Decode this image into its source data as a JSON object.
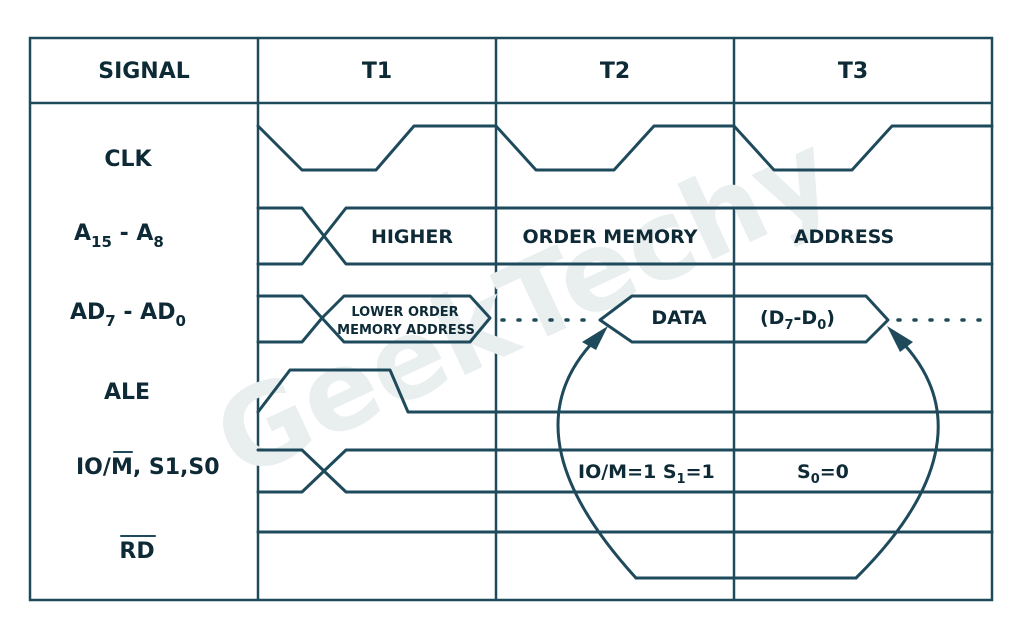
{
  "header": {
    "signal": "SIGNAL",
    "t1": "T1",
    "t2": "T2",
    "t3": "T3"
  },
  "signals": {
    "clk": "CLK",
    "a15_a8": {
      "pre": "A",
      "sub1": "15",
      "mid": " - A",
      "sub2": "8"
    },
    "ad7_ad0": {
      "pre": "AD",
      "sub1": "7",
      "mid": " - AD",
      "sub2": "0"
    },
    "ale": "ALE",
    "iom": {
      "pre": "IO/",
      "over": "M",
      "post": ", S1,S0"
    },
    "rd": "RD"
  },
  "bus_labels": {
    "higher": "HIGHER",
    "order_memory": "ORDER MEMORY",
    "address": "ADDRESS",
    "lower_order_1": "LOWER ORDER",
    "lower_order_2": "MEMORY ADDRESS",
    "data": "DATA",
    "d7d0": {
      "pre": "(D",
      "sub1": "7",
      "mid": "-D",
      "sub2": "0",
      "post": ")"
    },
    "iom1_s1": {
      "pre": "IO/M=1  S",
      "sub": "1",
      "post": "=1"
    },
    "s0": {
      "pre": "S",
      "sub": "0",
      "post": "=0"
    }
  },
  "watermark": "GeekTechy",
  "colors": {
    "line": "#1e4a5c",
    "text": "#0d2a36"
  }
}
